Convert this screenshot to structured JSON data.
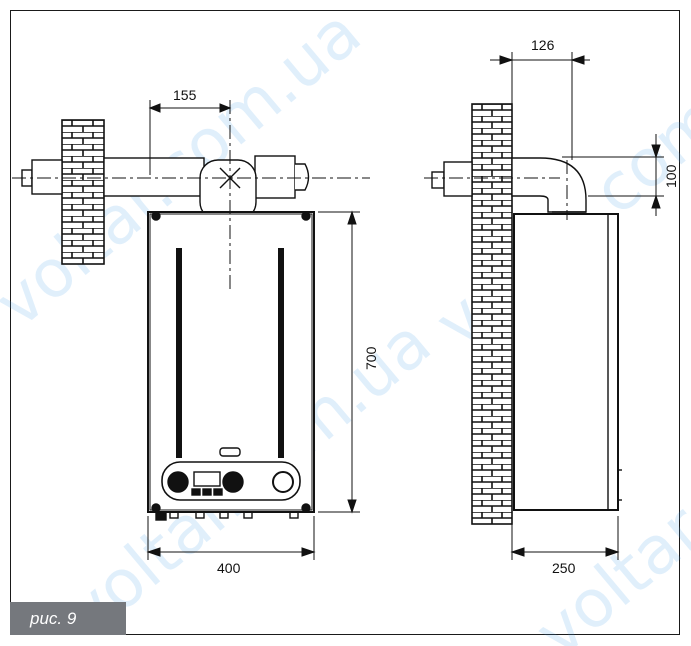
{
  "figure": {
    "caption": "рис. 9",
    "front_view": {
      "width_label": "400",
      "height_label": "700",
      "flue_spacing_label": "155"
    },
    "side_view": {
      "depth_label": "250",
      "flue_offset_label": "126",
      "flue_height_label": "100"
    }
  },
  "watermark": {
    "text": "voltar.com.ua",
    "color": "#4aa3e6"
  },
  "colors": {
    "line": "#111111",
    "caption_bg": "#75787d"
  }
}
